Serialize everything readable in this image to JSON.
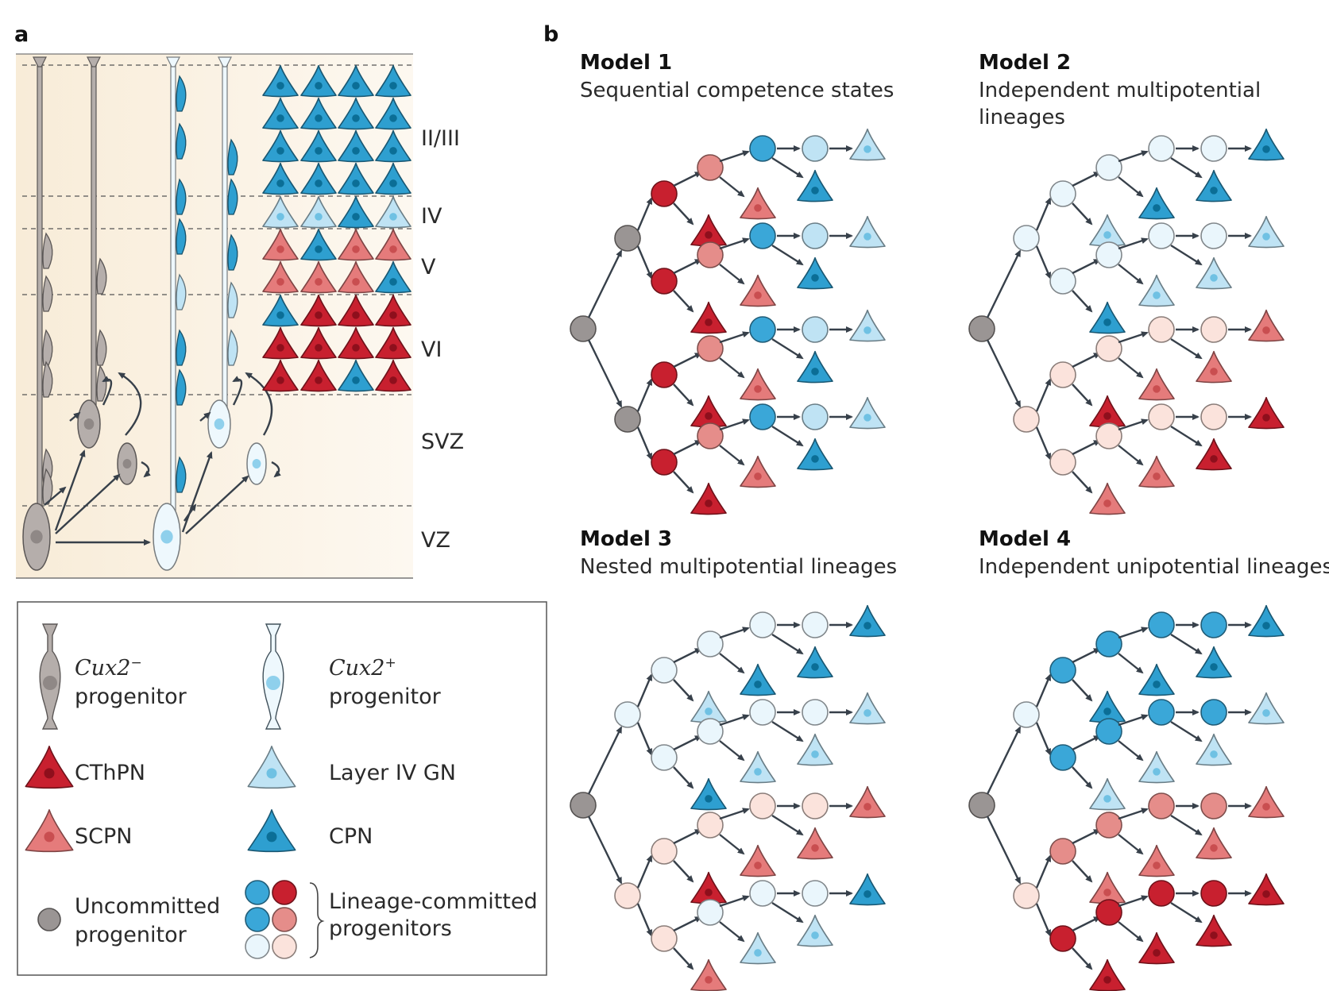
{
  "panel_a": {
    "letter": "a",
    "layers": [
      "II/III",
      "IV",
      "V",
      "VI",
      "SVZ",
      "VZ"
    ],
    "neuron_grid": [
      [
        "CPN",
        "CPN",
        "CPN",
        "CPN"
      ],
      [
        "CPN",
        "CPN",
        "CPN",
        "CPN"
      ],
      [
        "CPN",
        "CPN",
        "CPN",
        "CPN"
      ],
      [
        "CPN",
        "CPN",
        "CPN",
        "CPN"
      ],
      [
        "GN",
        "GN",
        "CPN",
        "GN"
      ],
      [
        "SCPN",
        "CPN",
        "SCPN",
        "SCPN"
      ],
      [
        "SCPN",
        "SCPN",
        "SCPN",
        "CPN"
      ],
      [
        "CPN",
        "CThPN",
        "CThPN",
        "CThPN"
      ],
      [
        "CThPN",
        "CThPN",
        "CThPN",
        "CThPN"
      ],
      [
        "CThPN",
        "CThPN",
        "CPN",
        "CThPN"
      ]
    ]
  },
  "panel_b": {
    "letter": "b",
    "models": [
      {
        "title": "Model 1",
        "subtitle": [
          "Sequential competence states"
        ],
        "root": "U",
        "level1": [
          "U",
          "U"
        ],
        "level2": [
          "CT",
          "CT",
          "CT",
          "CT"
        ],
        "level2_tri": [
          "CThPN",
          "CThPN",
          "CThPN",
          "CThPN"
        ],
        "level3": [
          "SC",
          "SC",
          "SC",
          "SC"
        ],
        "level3_tri": [
          "SCPN",
          "SCPN",
          "SCPN",
          "SCPN"
        ],
        "level4": [
          "CP",
          "CP",
          "CP",
          "CP"
        ],
        "level4_tri": [
          "CPN",
          "CPN",
          "CPN",
          "CPN"
        ],
        "level5": [
          "GN",
          "GN",
          "GN",
          "GN"
        ],
        "level5_tri": [
          "GN",
          "GN",
          "GN",
          "GN"
        ]
      },
      {
        "title": "Model 2",
        "subtitle": [
          "Independent multipotential",
          "lineages"
        ],
        "root": "U",
        "level1": [
          "CPL",
          "SCL"
        ],
        "level2": [
          "CPL",
          "CPL",
          "SCL",
          "SCL"
        ],
        "level2_tri": [
          "GN",
          "CPN",
          "CThPN",
          "SCPN"
        ],
        "level3": [
          "CPL",
          "CPL",
          "SCL",
          "SCL"
        ],
        "level3_tri": [
          "CPN",
          "GN",
          "SCPN",
          "SCPN"
        ],
        "level4": [
          "CPL",
          "CPL",
          "SCL",
          "SCL"
        ],
        "level4_tri": [
          "CPN",
          "GN",
          "SCPN",
          "CThPN"
        ],
        "level5": [],
        "level5_tri": [
          "CPN",
          "GN",
          "SCPN",
          "CThPN"
        ]
      },
      {
        "title": "Model 3",
        "subtitle": [
          "Nested multipotential lineages"
        ],
        "root": "U",
        "level1": [
          "CPL",
          "SCL"
        ],
        "level2": [
          "CPL",
          "CPL",
          "SCL",
          "SCL"
        ],
        "level2_tri": [
          "GN",
          "CPN",
          "CThPN",
          "SCPN"
        ],
        "level3": [
          "CPL",
          "CPL",
          "SCL",
          "CPL"
        ],
        "level3_tri": [
          "CPN",
          "GN",
          "SCPN",
          "GN"
        ],
        "level4": [
          "CPL",
          "CPL",
          "SCL",
          "CPL"
        ],
        "level4_tri": [
          "CPN",
          "GN",
          "SCPN",
          "GN"
        ],
        "level5": [],
        "level5_tri": [
          "CPN",
          "GN",
          "SCPN",
          "CPN"
        ]
      },
      {
        "title": "Model 4",
        "subtitle": [
          "Independent unipotential lineages"
        ],
        "root": "U",
        "level1": [
          "CPL",
          "SCL"
        ],
        "level2": [
          "CP",
          "CP",
          "SC",
          "CT"
        ],
        "level2_tri": [
          "CPN",
          "GN",
          "SCPN",
          "CThPN"
        ],
        "level3": [
          "CP",
          "CP",
          "SC",
          "CT"
        ],
        "level3_tri": [
          "CPN",
          "GN",
          "SCPN",
          "CThPN"
        ],
        "level4": [
          "CP",
          "CP",
          "SC",
          "CT"
        ],
        "level4_tri": [
          "CPN",
          "GN",
          "SCPN",
          "CThPN"
        ],
        "level5": [],
        "level5_tri": [
          "CPN",
          "GN",
          "SCPN",
          "CThPN"
        ]
      }
    ]
  },
  "legend": {
    "cux2_neg": [
      "Cux2",
      "−",
      "progenitor"
    ],
    "cux2_pos": [
      "Cux2",
      "+",
      "progenitor"
    ],
    "cthpn": "CThPN",
    "layer4": "Layer IV GN",
    "scpn": "SCPN",
    "cpn": "CPN",
    "uncommitted": [
      "Uncommitted",
      "progenitor"
    ],
    "committed": [
      "Lineage-committed",
      "progenitors"
    ]
  },
  "colors": {
    "CThPN": "#c8202f",
    "SCPN": "#e57b7b",
    "CPN": "#2e9fd0",
    "GN": "#bfe3f4",
    "U": "#9a9594",
    "CT": "#c8202f",
    "SC": "#e58d8a",
    "CP": "#3aa7d8",
    "CPL": "#eaf6fc",
    "SCL": "#fbe3dc"
  }
}
